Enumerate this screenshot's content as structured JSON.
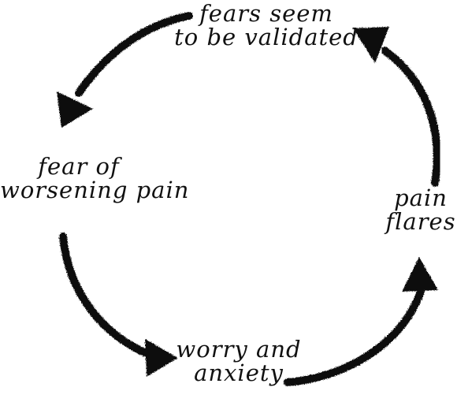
{
  "diagram": {
    "stroke_color": "#111111",
    "stages": [
      {
        "id": "validated",
        "lines": [
          "fears seem",
          "to be validated"
        ]
      },
      {
        "id": "fear",
        "lines": [
          "fear of",
          "worsening pain"
        ]
      },
      {
        "id": "worry",
        "lines": [
          "worry and",
          "anxiety"
        ]
      },
      {
        "id": "flares",
        "lines": [
          "pain",
          "flares"
        ]
      }
    ],
    "arrows": [
      {
        "from": "validated",
        "to": "fear"
      },
      {
        "from": "fear",
        "to": "worry"
      },
      {
        "from": "worry",
        "to": "flares"
      },
      {
        "from": "flares",
        "to": "validated"
      }
    ]
  }
}
